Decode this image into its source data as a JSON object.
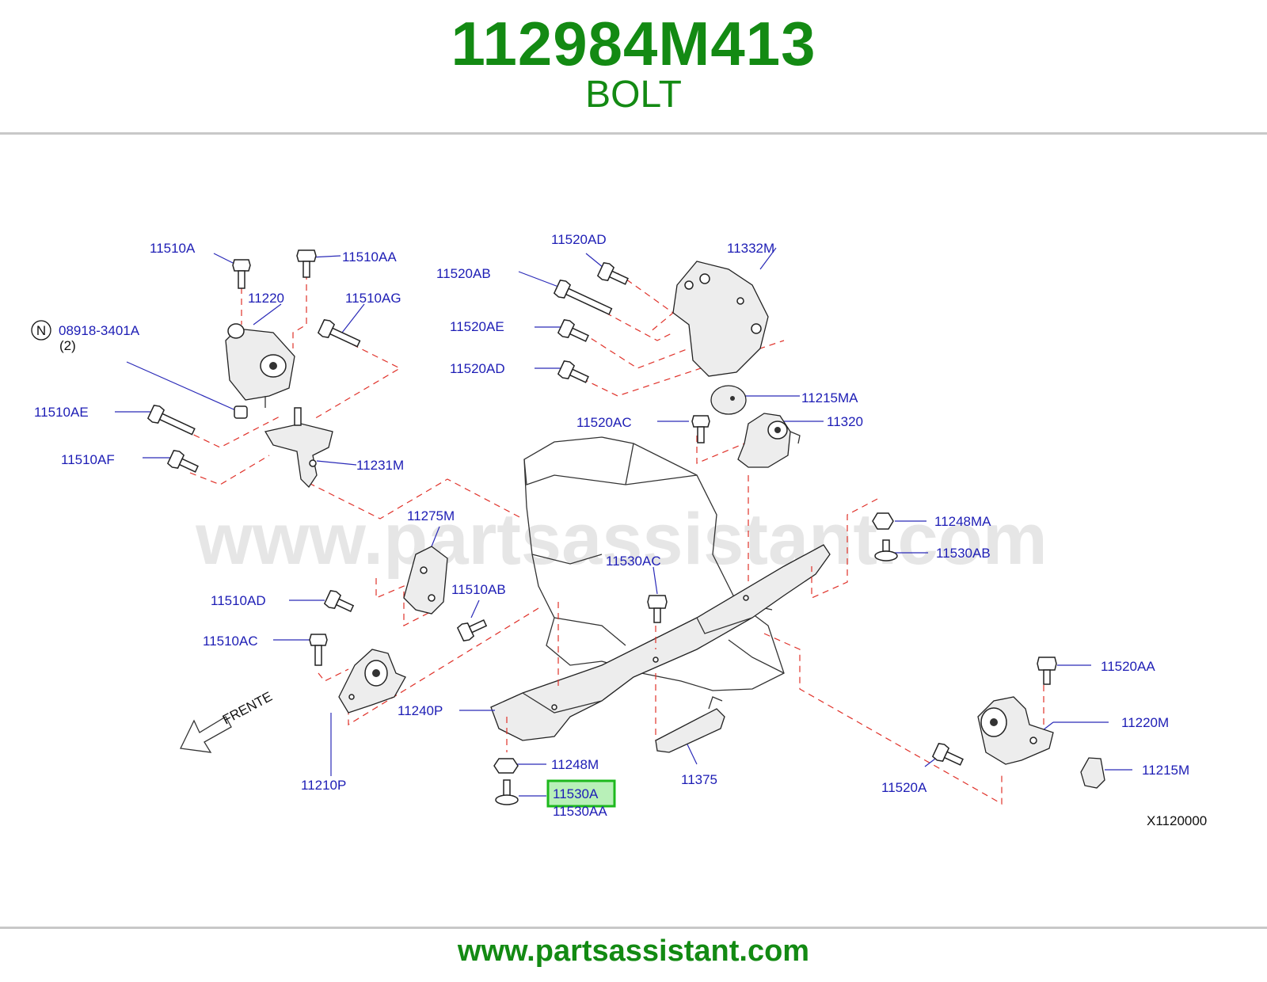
{
  "header": {
    "part_number": "112984M413",
    "part_name": "BOLT"
  },
  "footer": {
    "url": "www.partsassistant.com"
  },
  "diagram": {
    "watermark": "www.partsassistant.com",
    "diagram_code": "X1120000",
    "direction_label": "FRENTE",
    "note_symbol": "N",
    "note_qty": "(2)",
    "highlighted": "11530A",
    "colors": {
      "brand": "#138a13",
      "label": "#1d1db5",
      "dash": "#e0322a",
      "highlight": "#1db81d"
    },
    "labels": {
      "p11510A": "11510A",
      "p11510AA": "11510AA",
      "p11220": "11220",
      "p11510AG": "11510AG",
      "p08918": "08918-3401A",
      "p11510AE": "11510AE",
      "p11510AF": "11510AF",
      "p11231M": "11231M",
      "p11520AD_a": "11520AD",
      "p11520AB": "11520AB",
      "p11332M": "11332M",
      "p11520AE": "11520AE",
      "p11520AD_b": "11520AD",
      "p11215MA": "11215MA",
      "p11520AC": "11520AC",
      "p11320": "11320",
      "p11275M": "11275M",
      "p11248MA": "11248MA",
      "p11530AB": "11530AB",
      "p11530AC": "11530AC",
      "p11510AD": "11510AD",
      "p11510AB": "11510AB",
      "p11510AC": "11510AC",
      "p11520AA": "11520AA",
      "p11240P": "11240P",
      "p11220M": "11220M",
      "p11248M": "11248M",
      "p11530A": "11530A",
      "p11530AA": "11530AA",
      "p11375": "11375",
      "p11210P": "11210P",
      "p11520A": "11520A",
      "p11215M": "11215M"
    }
  }
}
